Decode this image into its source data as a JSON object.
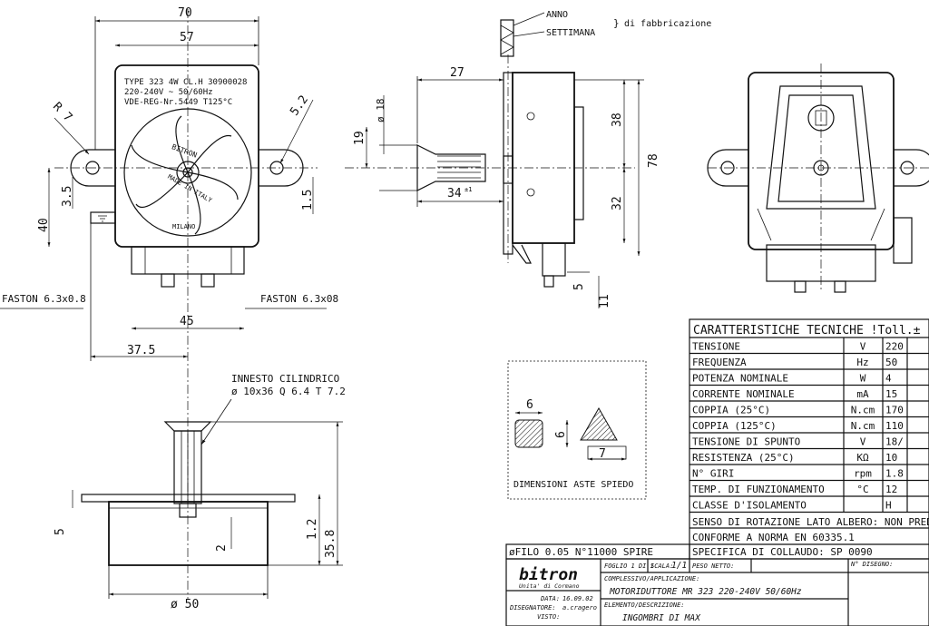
{
  "dims_front": {
    "width_70": "70",
    "width_57": "57",
    "radius_7": "R 7",
    "hole_5_2": "5.2",
    "h_3_5": "3.5",
    "h_40": "40",
    "h_1_5": "1.5",
    "fast_left": "FASTON 6.3x0.8",
    "fast_right": "FASTON 6.3x08",
    "w_45": "45",
    "w_37_5": "37.5"
  },
  "label_plate": {
    "line1": "TYPE 323 4W CL.H 30900028",
    "line2": "220-240V ~ 50/60Hz",
    "line3": "VDE-REG-Nr.5449  T125°C"
  },
  "rotor_text": {
    "top": "BITRON",
    "mid": "MADE IN ITALY",
    "bottom": "MILANO"
  },
  "date_code": {
    "anno": "ANNO",
    "settimana": "SETTIMANA",
    "note": "di fabbricazione"
  },
  "dims_side": {
    "d_27": "27",
    "d_18": "ø 18",
    "d_19": "19",
    "d_34": "34",
    "d_34_sup": "±1",
    "d_38": "38",
    "d_78": "78",
    "d_32": "32",
    "d_5": "5",
    "d_11": "11"
  },
  "innesto": {
    "line1": "INNESTO CILINDRICO",
    "line2": "ø 10x36 Q 6.4 T 7.2"
  },
  "dims_bottom": {
    "d_5": "5",
    "d_2": "2",
    "d_1_2": "1.2",
    "d_35_8": "35.8",
    "d_50": "ø 50"
  },
  "spiedo": {
    "d_6a": "6",
    "d_6b": "6",
    "d_7": "7",
    "caption": "DIMENSIONI ASTE SPIEDO"
  },
  "spec_table": {
    "header": "CARATTERISTICHE TECNICHE !Toll.±",
    "rows": [
      {
        "name": "TENSIONE",
        "unit": "V",
        "val": "220"
      },
      {
        "name": "FREQUENZA",
        "unit": "Hz",
        "val": "50"
      },
      {
        "name": "POTENZA NOMINALE",
        "unit": "W",
        "val": "4"
      },
      {
        "name": "CORRENTE NOMINALE",
        "unit": "mA",
        "val": "15"
      },
      {
        "name": "COPPIA     (25°C)",
        "unit": "N.cm",
        "val": "170"
      },
      {
        "name": "COPPIA    (125°C)",
        "unit": "N.cm",
        "val": "110"
      },
      {
        "name": "TENSIONE DI SPUNTO",
        "unit": "V",
        "val": "18/"
      },
      {
        "name": "RESISTENZA (25°C)",
        "unit": "KΩ",
        "val": "10"
      },
      {
        "name": "N° GIRI",
        "unit": "rpm",
        "val": "1.8"
      },
      {
        "name": "TEMP. DI FUNZIONAMENTO",
        "unit": "°C",
        "val": "12"
      },
      {
        "name": "CLASSE D'ISOLAMENTO",
        "unit": "",
        "val": "H"
      }
    ],
    "senso": "SENSO DI ROTAZIONE LATO ALBERO: NON PREDISP",
    "conforme": "CONFORME A NORMA EN 60335.1",
    "specifica": "SPECIFICA DI COLLAUDO: SP 0090",
    "filo": "øFILO 0.05 N°11000 SPIRE"
  },
  "title_block": {
    "logo": "bitron",
    "logo_sub": "Unita' di Cormano",
    "foglio": "FOGLIO 1 DI 1",
    "scala_label": "SCALA:",
    "scala_value": "1/1",
    "peso_label": "PESO NETTO:",
    "n_disegno_label": "N° DISEGNO:",
    "complessivo_label": "COMPLESSIVO/APPLICAZIONE:",
    "complessivo_value": "MOTORIDUTTORE MR 323   220-240V 50/60Hz",
    "data_label": "DATA:",
    "data_value": "16.09.02",
    "disegnatore_label": "DISEGNATORE:",
    "disegnatore_value": "a.cragero",
    "visto_label": "VISTO:",
    "elemento_label": "ELEMENTO/DESCRIZIONE:",
    "elemento_value": "INGOMBRI DI MAX"
  }
}
